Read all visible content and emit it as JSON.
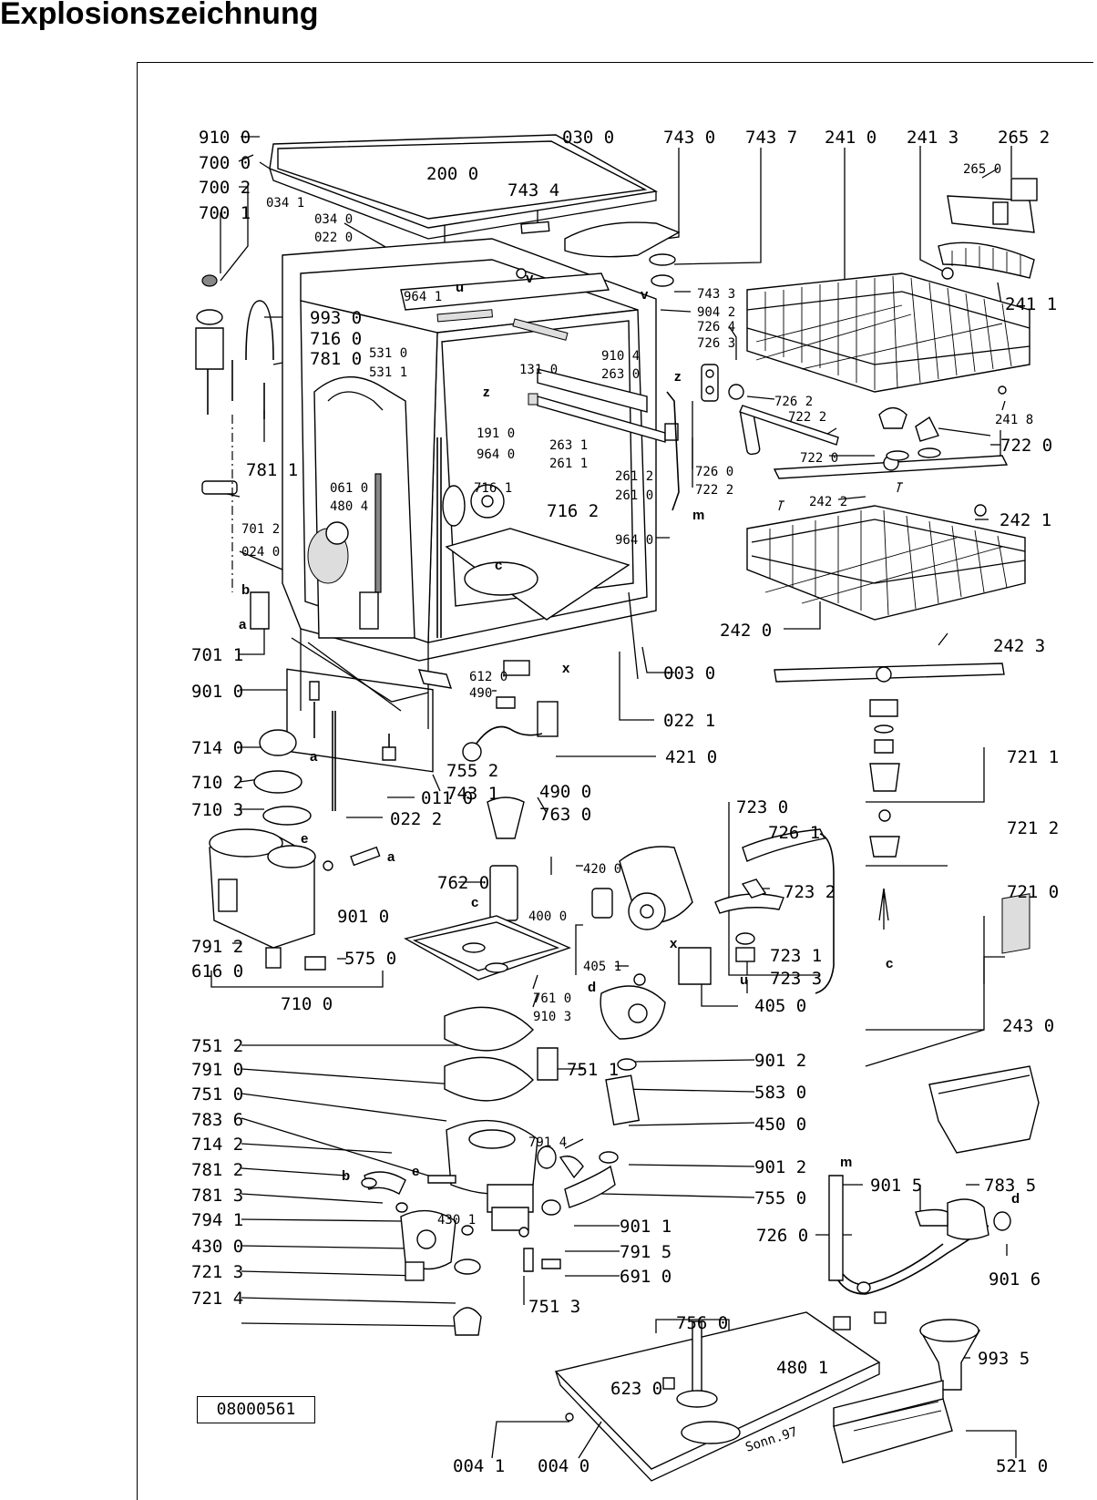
{
  "title": "Explosionszeichnung",
  "drawing_number": "08000561",
  "signature": "Sonn.97",
  "labels": {
    "l9100": "910 0",
    "l7000": "700 0",
    "l7002": "700 2",
    "l7001": "700 1",
    "l0341": "034 1",
    "l0300": "030 0",
    "l2000": "200 0",
    "l7434": "743 4",
    "l0340": "034 0",
    "l0220": "022 0",
    "l7430": "743 0",
    "l7437": "743 7",
    "l2410": "241 0",
    "l2413": "241 3",
    "l2652": "265 2",
    "l2650": "265 0",
    "l2411": "241 1",
    "l7433": "743 3",
    "l9042": "904 2",
    "l7264": "726 4",
    "l7263": "726 3",
    "l9641": "964 1",
    "l9930": "993 0",
    "l7160": "716 0",
    "l7810": "781 0",
    "l5310": "531 0",
    "l5311": "531 1",
    "l1310": "131 0",
    "l9104": "910 4",
    "l2630": "263 0",
    "l7262": "726 2",
    "l2418": "241 8",
    "l7222": "722 2",
    "l7220": "722 0",
    "l7220b": "722 0",
    "l7811": "781 1",
    "l1910": "191 0",
    "l9640": "964 0",
    "l2631": "263 1",
    "l2611": "261 1",
    "l2612": "261 2",
    "l2610": "261 0",
    "l7260": "726 0",
    "l7222b": "722 2",
    "l0610": "061 0",
    "l4804": "480 4",
    "l7161": "716 1",
    "l7162": "716 2",
    "l7012": "701 2",
    "l0240": "024 0",
    "l9640b": "964 0",
    "l2422": "242 2",
    "l2421": "242 1",
    "l2420": "242 0",
    "l2423": "242 3",
    "l7011": "701 1",
    "l9010": "901 0",
    "l0030": "003 0",
    "l6120": "612 0",
    "l4900a": "490",
    "l0221": "022 1",
    "l7140": "714 0",
    "l7102": "710 2",
    "l7103": "710 3",
    "l4210": "421 0",
    "l0110": "011 0",
    "l7431": "743 1",
    "l7552": "755 2",
    "l0222": "022 2",
    "l4900": "490 0",
    "l7630": "763 0",
    "l7230": "723 0",
    "l7261": "726 1",
    "l7211": "721 1",
    "l7212": "721 2",
    "l7210": "721 0",
    "l7232": "723 2",
    "l7620": "762 0",
    "l4200": "420 0",
    "l4000": "400 0",
    "l9010b": "901 0",
    "l7912": "791 2",
    "l6160": "616 0",
    "l5750": "575 0",
    "l7100": "710 0",
    "l4051": "405 1",
    "l7610": "761 0",
    "l9103": "910 3",
    "l7231": "723 1",
    "l7233": "723 3",
    "l4050": "405 0",
    "l2430": "243 0",
    "l7512": "751 2",
    "l7910": "791 0",
    "l7510": "751 0",
    "l7836": "783 6",
    "l7142": "714 2",
    "l7812": "781 2",
    "l7813": "781 3",
    "l7941": "794 1",
    "l4300": "430 0",
    "l7213": "721 3",
    "l7214": "721 4",
    "l7511": "751 1",
    "l9012": "901 2",
    "l5830": "583 0",
    "l4500": "450 0",
    "l7914": "791 4",
    "l9012b": "901 2",
    "l7550": "755 0",
    "l4301": "430 1",
    "l9011": "901 1",
    "l7915": "791 5",
    "l6910": "691 0",
    "l7513": "751 3",
    "l9015": "901 5",
    "l7835": "783 5",
    "l7260b": "726 0",
    "l9016": "901 6",
    "l7560": "756 0",
    "l4801": "480 1",
    "l6230": "623 0",
    "l9935": "993 5",
    "l0041": "004 1",
    "l0040": "004 0",
    "l5210": "521 0"
  },
  "letters": {
    "a1": "a",
    "b1": "b",
    "a2": "a",
    "a3": "a",
    "b2": "b",
    "c1": "c",
    "c2": "c",
    "c3": "c",
    "d1": "d",
    "d2": "d",
    "e1": "e",
    "e2": "e",
    "m1": "m",
    "m2": "m",
    "u1": "u",
    "u2": "u",
    "v1": "v",
    "v2": "v",
    "x1": "x",
    "x2": "x",
    "z1": "z",
    "z2": "z"
  }
}
